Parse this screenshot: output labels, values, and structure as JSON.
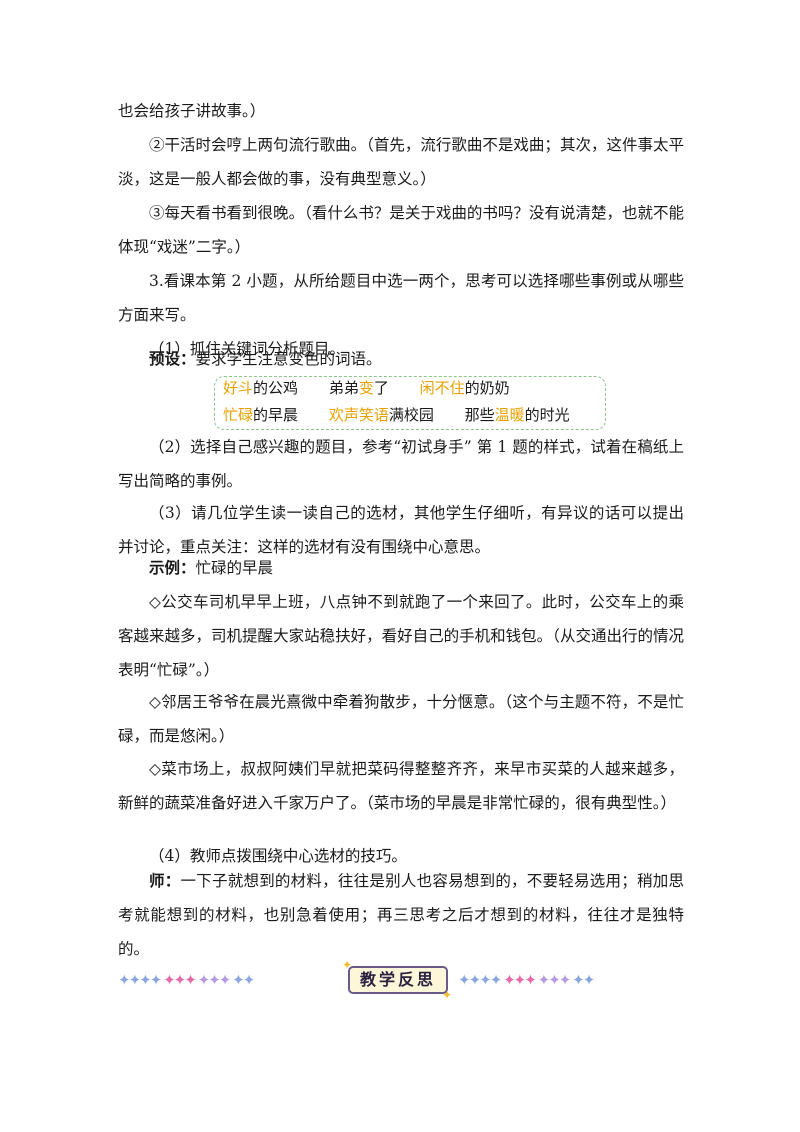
{
  "paragraphs": [
    "也会给孩子讲故事。）",
    "②干活时会哼上两句流行歌曲。（首先，流行歌曲不是戏曲；其次，这件事太平淡，这是一般人都会做的事，没有典型意义。）",
    "③每天看书看到很晚。（看什么书？是关于戏曲的书吗？没有说清楚，也就不能体现“戏迷”二字。）",
    "3.看课本第 2 小题，从所给题目中选一两个，思考可以选择哪些事例或从哪些方面来写。",
    "（1）抓住关键词分析题目。"
  ],
  "preset": {
    "label": "预设：",
    "text": "要求学生注意变色的词语。"
  },
  "word_box": {
    "row1": [
      {
        "hl": "好斗",
        "rest": "的公鸡"
      },
      {
        "pre": "弟弟",
        "hl": "变",
        "rest": "了"
      },
      {
        "hl": "闲不住",
        "rest": "的奶奶"
      }
    ],
    "row2": [
      {
        "hl": "忙碌",
        "rest": "的早晨"
      },
      {
        "hl": "欢声笑语",
        "rest": "满校园"
      },
      {
        "pre": "那些",
        "hl": "温暖",
        "rest": "的时光"
      }
    ]
  },
  "steps": [
    "（2）选择自己感兴趣的题目，参考“初试身手” 第 1 题的样式，试着在稿纸上写出简略的事例。",
    "（3）请几位学生读一读自己的选材，其他学生仔细听，有异议的话可以提出并讨论，重点关注：这样的选材有没有围绕中心意思。"
  ],
  "example": {
    "label": "示例：",
    "title": "忙碌的早晨",
    "items": [
      "◇公交车司机早早上班，八点钟不到就跑了一个来回了。此时，公交车上的乘客越来越多，司机提醒大家站稳扶好，看好自己的手机和钱包。（从交通出行的情况表明“忙碌”。）",
      "◇邻居王爷爷在晨光熹微中牵着狗散步，十分惬意。（这个与主题不符，不是忙碌，而是悠闲。）",
      "◇菜市场上，叔叔阿姨们早就把菜码得整整齐齐，来早市买菜的人越来越多，新鲜的蔬菜准备好进入千家万户了。（菜市场的早晨是非常忙碌的，很有典型性。）"
    ]
  },
  "step4": "（4）教师点拨围绕中心选材的技巧。",
  "teacher": {
    "label": "师：",
    "text": "一下子就想到的材料，往往是别人也容易想到的，不要轻易选用；稍加思考就能想到的材料，也别急着使用；再三思考之后才想到的材料，往往才是独特的。"
  },
  "divider": {
    "title": "教学反思",
    "star_glyph": "✦"
  },
  "colors": {
    "highlight": "#e8a200",
    "box_border": "#8cc48c",
    "banner_bg": "#fdf6d9"
  }
}
